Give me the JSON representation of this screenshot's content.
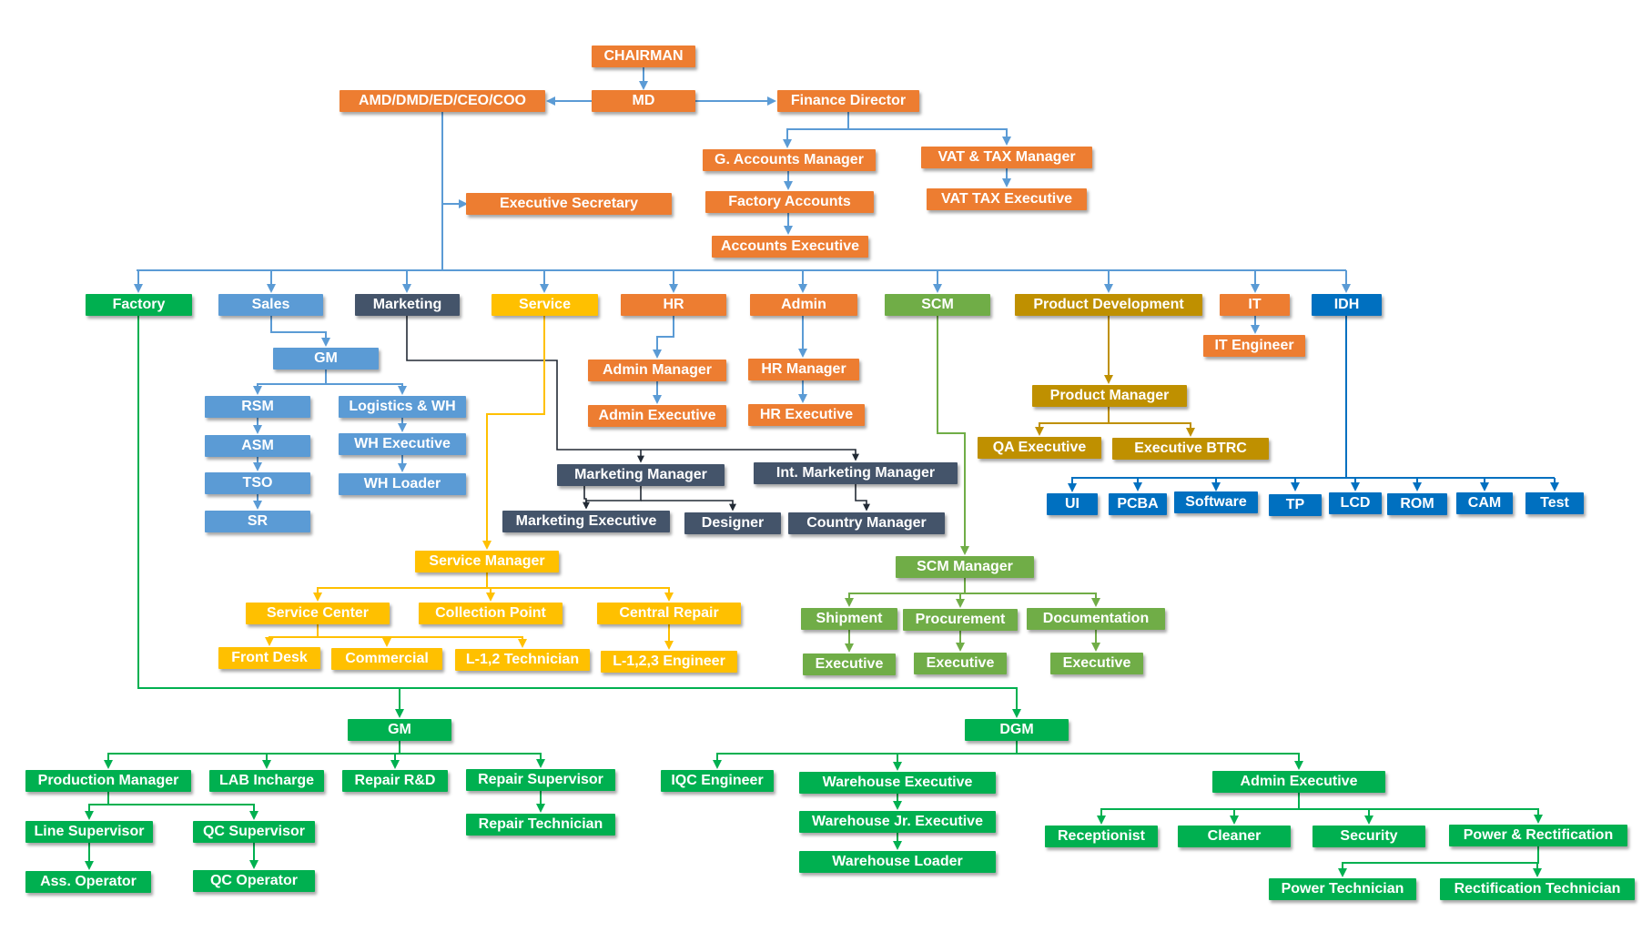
{
  "colors": {
    "executive": "#ed7d31",
    "sales": "#5b9bd5",
    "marketing": "#44546a",
    "service": "#ffc000",
    "scm": "#70ad47",
    "product_development": "#bf9000",
    "idh": "#0070c0",
    "factory": "#00b050"
  },
  "executive": {
    "chairman": "CHAIRMAN",
    "amd": "AMD/DMD/ED/CEO/COO",
    "md": "MD",
    "finance_director": "Finance Director",
    "executive_secretary": "Executive Secretary"
  },
  "finance": {
    "g_accounts_manager": "G. Accounts Manager",
    "factory_accounts": "Factory  Accounts",
    "accounts_executive": "Accounts Executive",
    "vat_tax_manager": "VAT & TAX Manager",
    "vat_tax_executive": "VAT TAX Executive"
  },
  "departments": {
    "factory": "Factory",
    "sales": "Sales",
    "marketing": "Marketing",
    "service": "Service",
    "hr": "HR",
    "admin": "Admin",
    "scm": "SCM",
    "product_development": "Product Development",
    "it": "IT",
    "idh": "IDH"
  },
  "sales": {
    "gm": "GM",
    "rsm": "RSM",
    "asm": "ASM",
    "tso": "TSO",
    "sr": "SR",
    "logistics_wh": "Logistics & WH",
    "wh_executive": "WH Executive",
    "wh_loader": "WH Loader"
  },
  "hr": {
    "admin_manager": "Admin Manager",
    "admin_executive": "Admin Executive"
  },
  "admin": {
    "hr_manager": "HR Manager",
    "hr_executive": "HR Executive"
  },
  "marketing": {
    "marketing_manager": "Marketing Manager",
    "int_marketing_manager": "Int. Marketing Manager",
    "marketing_executive": "Marketing Executive",
    "designer": "Designer",
    "country_manager": "Country Manager"
  },
  "product_development": {
    "product_manager": "Product Manager",
    "qa_executive": "QA Executive",
    "executive_btrc": "Executive BTRC"
  },
  "it": {
    "it_engineer": "IT Engineer"
  },
  "idh": {
    "items": [
      "UI",
      "PCBA",
      "Software",
      "TP",
      "LCD",
      "ROM",
      "CAM",
      "Test"
    ]
  },
  "service": {
    "service_manager": "Service Manager",
    "service_center": "Service Center",
    "collection_point": "Collection Point",
    "central_repair": "Central Repair",
    "front_desk": "Front Desk",
    "commercial": "Commercial",
    "l12_technician": "L-1,2 Technician",
    "l123_engineer": "L-1,2,3 Engineer"
  },
  "scm": {
    "scm_manager": "SCM Manager",
    "shipment": "Shipment",
    "procurement": "Procurement",
    "documentation": "Documentation",
    "executive_1": "Executive",
    "executive_2": "Executive",
    "executive_3": "Executive"
  },
  "factory": {
    "gm": "GM",
    "dgm": "DGM",
    "production_manager": "Production Manager",
    "lab_incharge": "LAB Incharge",
    "repair_rnd": "Repair R&D",
    "repair_supervisor": "Repair Supervisor",
    "repair_technician": "Repair Technician",
    "line_supervisor": "Line Supervisor",
    "qc_supervisor": "QC Supervisor",
    "ass_operator": "Ass. Operator",
    "qc_operator": "QC Operator",
    "iqc_engineer": "IQC Engineer",
    "warehouse_executive": "Warehouse Executive",
    "warehouse_jr_executive": "Warehouse Jr. Executive",
    "warehouse_loader": "Warehouse Loader",
    "admin_executive": "Admin Executive",
    "receptionist": "Receptionist",
    "cleaner": "Cleaner",
    "security": "Security",
    "power_rectification": "Power & Rectification",
    "power_technician": "Power Technician",
    "rectification_technician": "Rectification Technician"
  }
}
